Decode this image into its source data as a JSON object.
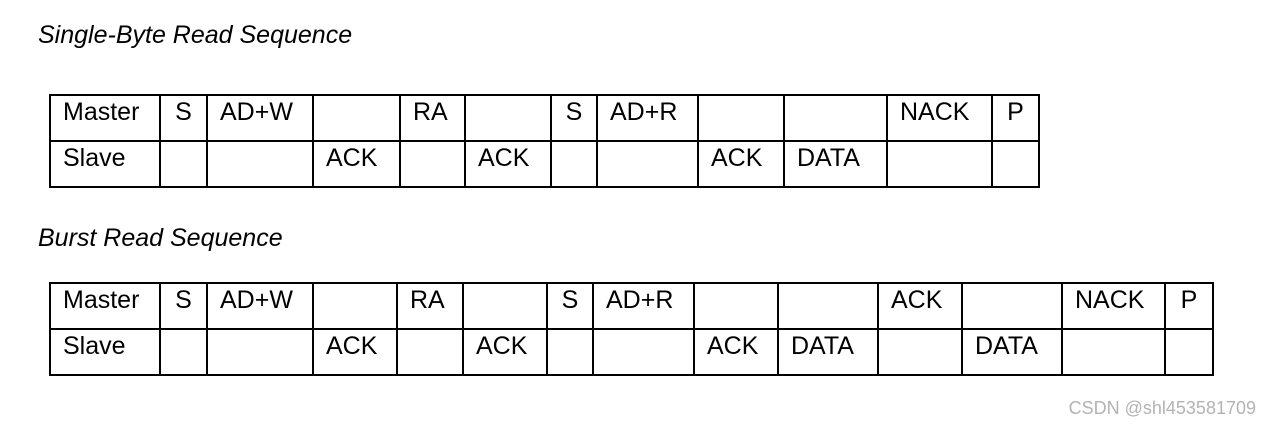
{
  "single": {
    "title": "Single-Byte Read Sequence",
    "rows": [
      [
        "Master",
        "S",
        "AD+W",
        "",
        "RA",
        "",
        "S",
        "AD+R",
        "",
        "",
        "NACK",
        "P"
      ],
      [
        "Slave",
        "",
        "",
        "ACK",
        "",
        "ACK",
        "",
        "",
        "ACK",
        "DATA",
        "",
        ""
      ]
    ]
  },
  "burst": {
    "title": "Burst Read Sequence",
    "rows": [
      [
        "Master",
        "S",
        "AD+W",
        "",
        "RA",
        "",
        "S",
        "AD+R",
        "",
        "",
        "ACK",
        "",
        "NACK",
        "P"
      ],
      [
        "Slave",
        "",
        "",
        "ACK",
        "",
        "ACK",
        "",
        "",
        "ACK",
        "DATA",
        "",
        "DATA",
        "",
        ""
      ]
    ]
  },
  "watermark": "CSDN @shl453581709"
}
